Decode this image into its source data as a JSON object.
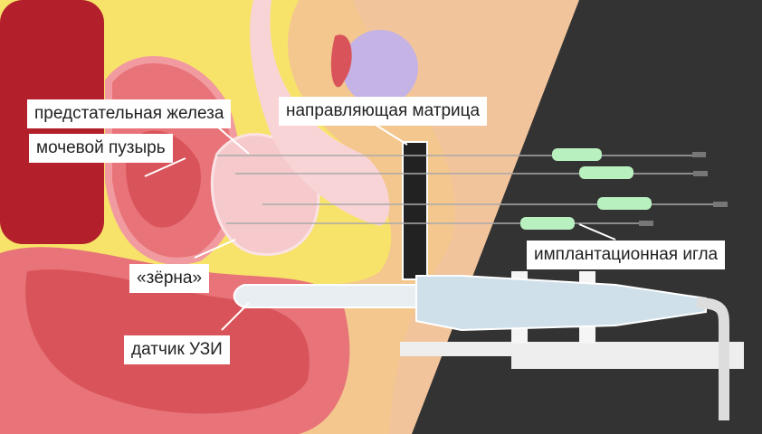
{
  "labels": {
    "prostate": "предстательная железа",
    "bladder": "мочевой пузырь",
    "seeds": "«зёрна»",
    "ultrasound_probe": "датчик УЗИ",
    "guide_template": "направляющая матрица",
    "implant_needle": "имплантационная игла"
  },
  "colors": {
    "background": "#333333",
    "skin": "#f2c49b",
    "fat": "#f7e36a",
    "muscle": "#d9545a",
    "prostate": "#f6c9cc",
    "needle_hub": "#b9f0bf"
  }
}
